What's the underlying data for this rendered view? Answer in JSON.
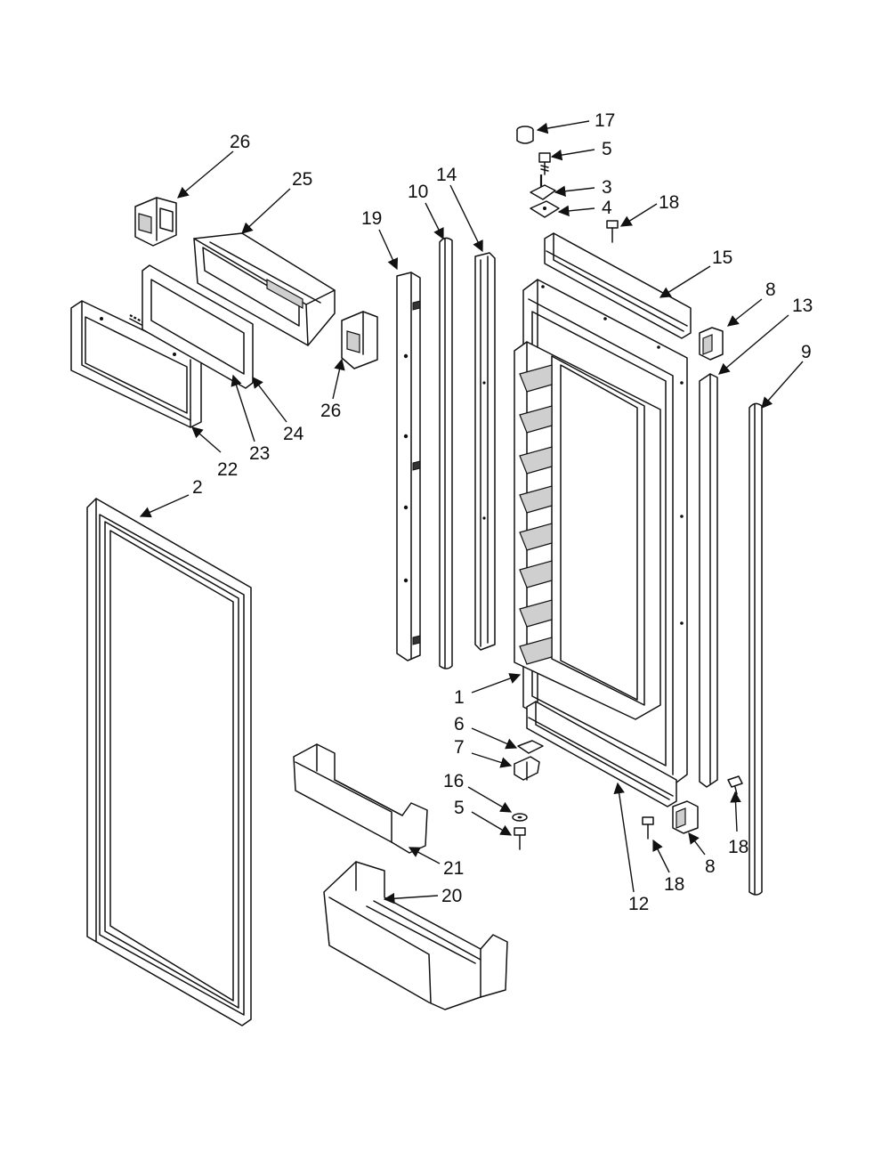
{
  "diagram": {
    "callouts": [
      {
        "id": "c17a",
        "label": "17"
      },
      {
        "id": "c5a",
        "label": "5"
      },
      {
        "id": "c3",
        "label": "3"
      },
      {
        "id": "c4",
        "label": "4"
      },
      {
        "id": "c18a",
        "label": "18"
      },
      {
        "id": "c15",
        "label": "15"
      },
      {
        "id": "c8a",
        "label": "8"
      },
      {
        "id": "c13",
        "label": "13"
      },
      {
        "id": "c9",
        "label": "9"
      },
      {
        "id": "c26a",
        "label": "26"
      },
      {
        "id": "c25",
        "label": "25"
      },
      {
        "id": "c19",
        "label": "19"
      },
      {
        "id": "c10",
        "label": "10"
      },
      {
        "id": "c14",
        "label": "14"
      },
      {
        "id": "c26b",
        "label": "26"
      },
      {
        "id": "c24",
        "label": "24"
      },
      {
        "id": "c23",
        "label": "23"
      },
      {
        "id": "c22",
        "label": "22"
      },
      {
        "id": "c2",
        "label": "2"
      },
      {
        "id": "c1",
        "label": "1"
      },
      {
        "id": "c6",
        "label": "6"
      },
      {
        "id": "c7",
        "label": "7"
      },
      {
        "id": "c16",
        "label": "16"
      },
      {
        "id": "c5b",
        "label": "5"
      },
      {
        "id": "c21",
        "label": "21"
      },
      {
        "id": "c20",
        "label": "20"
      },
      {
        "id": "c18b",
        "label": "18"
      },
      {
        "id": "c8b",
        "label": "8"
      },
      {
        "id": "c12",
        "label": "12"
      },
      {
        "id": "c18c",
        "label": "18"
      }
    ]
  }
}
